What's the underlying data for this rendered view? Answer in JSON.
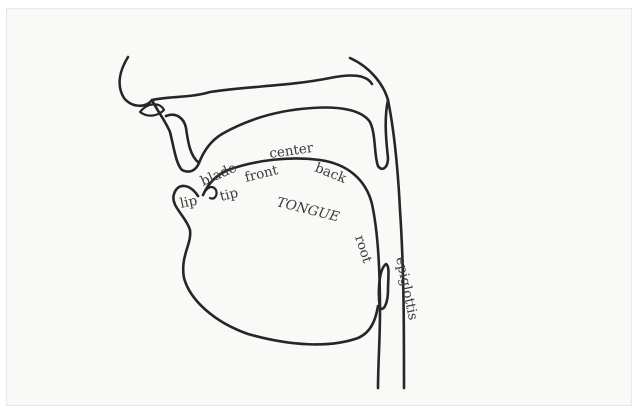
{
  "labels": {
    "lip": "lip",
    "blade": "blade",
    "tip": "tip",
    "center": "center",
    "front": "front",
    "back": "back",
    "tongue": "TONGUE",
    "root": "root",
    "epiglottis": "epiglottis"
  }
}
